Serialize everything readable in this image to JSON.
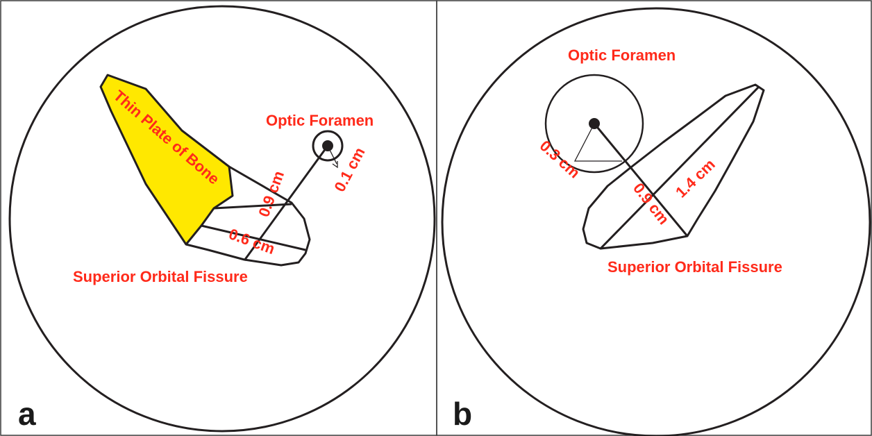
{
  "figure": {
    "panel_a": {
      "letter": "a",
      "labels": {
        "thin_plate": "Thin Plate of Bone",
        "optic_foramen": "Optic Foramen",
        "superior_orbital_fissure": "Superior Orbital Fissure",
        "measure_09": "0.9 cm",
        "measure_06": "0.6 cm",
        "measure_01": "0.1 cm"
      }
    },
    "panel_b": {
      "letter": "b",
      "labels": {
        "optic_foramen": "Optic Foramen",
        "superior_orbital_fissure": "Superior Orbital Fissure",
        "measure_03": "0.3 cm",
        "measure_09": "0.9 cm",
        "measure_14": "1.4 cm"
      }
    },
    "colors": {
      "label_red": "#ff2a1a",
      "bone_yellow": "#ffe800",
      "outline": "#231f20"
    }
  }
}
